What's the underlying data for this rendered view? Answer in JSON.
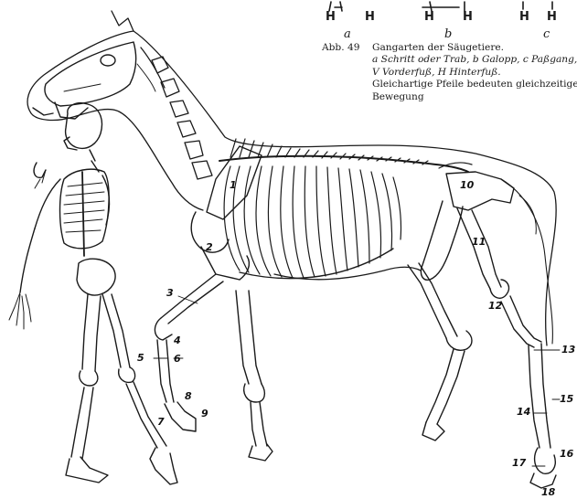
{
  "gait_diagram": {
    "letters": [
      "a",
      "b",
      "c"
    ],
    "hoof_labels": [
      "H",
      "H",
      "H",
      "H",
      "H",
      "H"
    ]
  },
  "caption": {
    "abbr": "Abb. 49",
    "line1": "Gangarten der Säugetiere.",
    "line2": "a Schritt oder Trab, b Galopp, c Paßgang,",
    "line3": "V Vorderfuß, H Hinterfuß.",
    "line4": "Gleichartige Pfeile bedeuten gleichzeitige",
    "line5": "Bewegung"
  },
  "labels": {
    "l1": "1",
    "l2": "2",
    "l3": "3",
    "l4": "4",
    "l5": "5",
    "l6": "6",
    "l7": "7",
    "l8": "8",
    "l9": "9",
    "l10": "10",
    "l11": "11",
    "l12": "12",
    "l13": "13",
    "l14": "14",
    "l15": "15",
    "l16": "16",
    "l17": "17",
    "l18": "18"
  }
}
